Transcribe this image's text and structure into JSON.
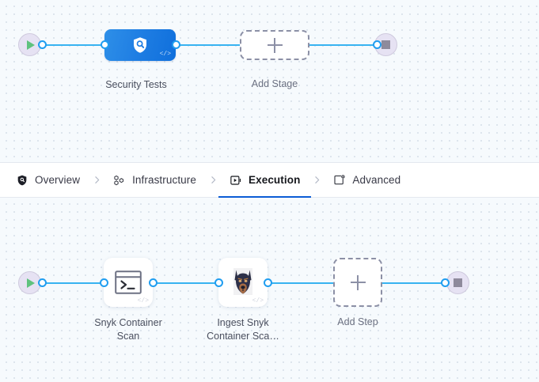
{
  "theme": {
    "canvas_bg": "#f6fafd",
    "dot_color": "#d5dee8",
    "edge_color": "#38b3f1",
    "port_color": "#1f9df0",
    "stage_blue": "#1f7ee3",
    "active_tab_underline": "#0b5cd5",
    "terminal_bg": "#e6e2f3",
    "play_green": "#5fc27e",
    "stop_grey": "#8e8a9c",
    "dashed_border": "#8c90a6"
  },
  "stage_canvas": {
    "start_node": {
      "name": "pipeline-start",
      "icon": "play-icon"
    },
    "end_node": {
      "name": "pipeline-end",
      "icon": "stop-icon"
    },
    "stage": {
      "label": "Security Tests",
      "icon": "shield-magnifier-icon",
      "badge": "</>"
    },
    "add_stage": {
      "label": "Add Stage",
      "icon": "plus-icon"
    }
  },
  "tab_bar": {
    "tabs": [
      {
        "label": "Overview",
        "icon": "shield-icon",
        "active": false
      },
      {
        "label": "Infrastructure",
        "icon": "molecule-icon",
        "active": false
      },
      {
        "label": "Execution",
        "icon": "play-box-icon",
        "active": true
      },
      {
        "label": "Advanced",
        "icon": "card-gear-icon",
        "active": false
      }
    ],
    "separator_icon": "chevron-right-icon"
  },
  "step_canvas": {
    "start_node": {
      "name": "execution-start",
      "icon": "play-icon"
    },
    "end_node": {
      "name": "execution-end",
      "icon": "stop-icon"
    },
    "steps": [
      {
        "label": "Snyk Container\nScan",
        "icon": "terminal-icon",
        "badge": "</>"
      },
      {
        "label": "Ingest Snyk\nContainer Sca…",
        "icon": "snyk-dog-icon",
        "badge": "</>"
      }
    ],
    "add_step": {
      "label": "Add Step",
      "icon": "plus-icon"
    }
  }
}
